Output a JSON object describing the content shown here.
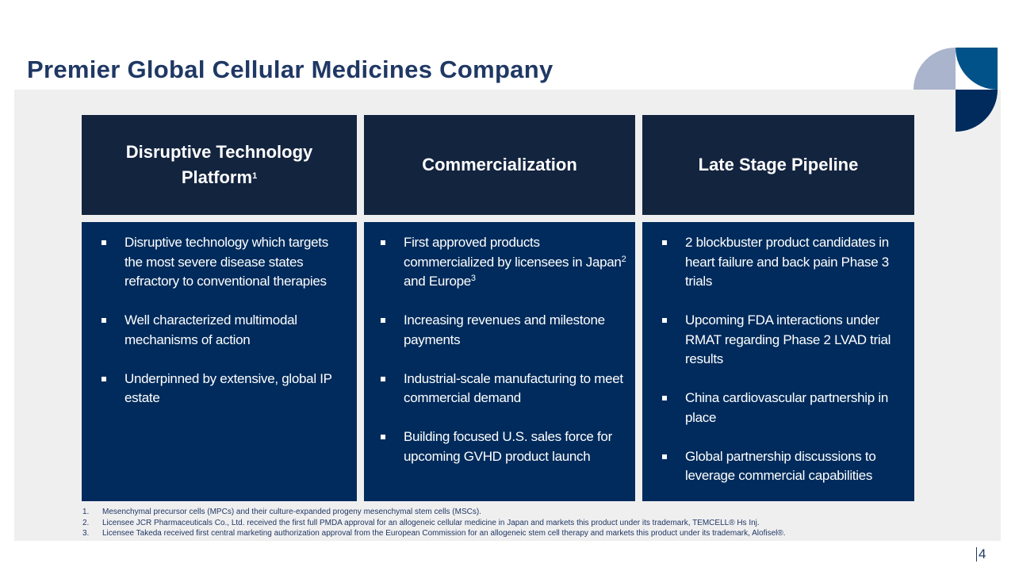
{
  "title": "Premier Global Cellular Medicines Company",
  "columns": [
    {
      "header": "Disruptive Technology Platform",
      "sup": "1",
      "bullets": [
        [
          "Disruptive technology which targets the most severe disease states refractory to conventional therapies"
        ],
        [
          "Well characterized multimodal mechanisms of action"
        ],
        [
          "Underpinned by extensive, global IP estate"
        ]
      ]
    },
    {
      "header": "Commercialization",
      "bullets": [
        [
          "First approved products commercialized by licensees in Japan",
          "2",
          " and Europe",
          "3"
        ],
        [
          "Increasing revenues and milestone payments"
        ],
        [
          "Industrial-scale manufacturing to meet commercial demand"
        ],
        [
          "Building focused U.S. sales force for upcoming GVHD product launch"
        ]
      ]
    },
    {
      "header": "Late Stage Pipeline",
      "bullets": [
        [
          "2 blockbuster product candidates in heart failure and back pain Phase 3 trials"
        ],
        [
          "Upcoming FDA interactions under RMAT regarding Phase 2 LVAD trial results"
        ],
        [
          "China cardiovascular partnership in place"
        ],
        [
          "Global partnership discussions to leverage commercial capabilities"
        ]
      ]
    }
  ],
  "footnotes": [
    {
      "n": "1.",
      "text": "Mesenchymal precursor cells (MPCs) and their culture-expanded progeny mesenchymal stem cells (MSCs)."
    },
    {
      "n": "2.",
      "text": "Licensee JCR Pharmaceuticals Co., Ltd. received the first full PMDA  approval for an allogeneic cellular medicine in Japan and markets this product under its trademark, TEMCELL® Hs Inj."
    },
    {
      "n": "3.",
      "text": "Licensee Takeda received first central marketing authorization approval from the European Commission  for an allogeneic stem cell therapy and markets this product under its trademark, Alofisel®."
    }
  ],
  "page_number": "4"
}
